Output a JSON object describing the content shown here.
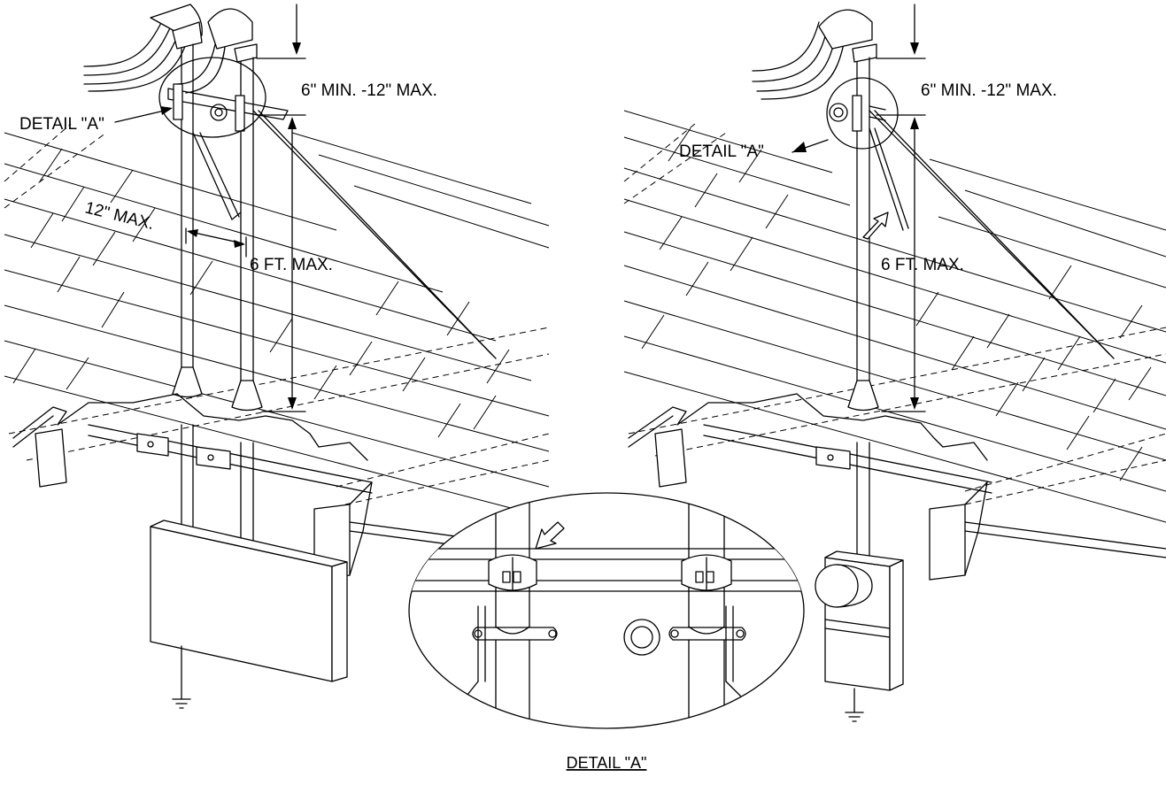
{
  "labels": {
    "left_detail_callout": "DETAIL \"A\"",
    "left_clearance": "6\" MIN. -12\" MAX.",
    "left_spacing": "12\" MAX.",
    "left_height": "6 FT. MAX.",
    "right_detail_callout": "DETAIL \"A\"",
    "right_clearance": "6\" MIN. -12\" MAX.",
    "right_height": "6 FT. MAX.",
    "detail_title": "DETAIL \"A\""
  }
}
